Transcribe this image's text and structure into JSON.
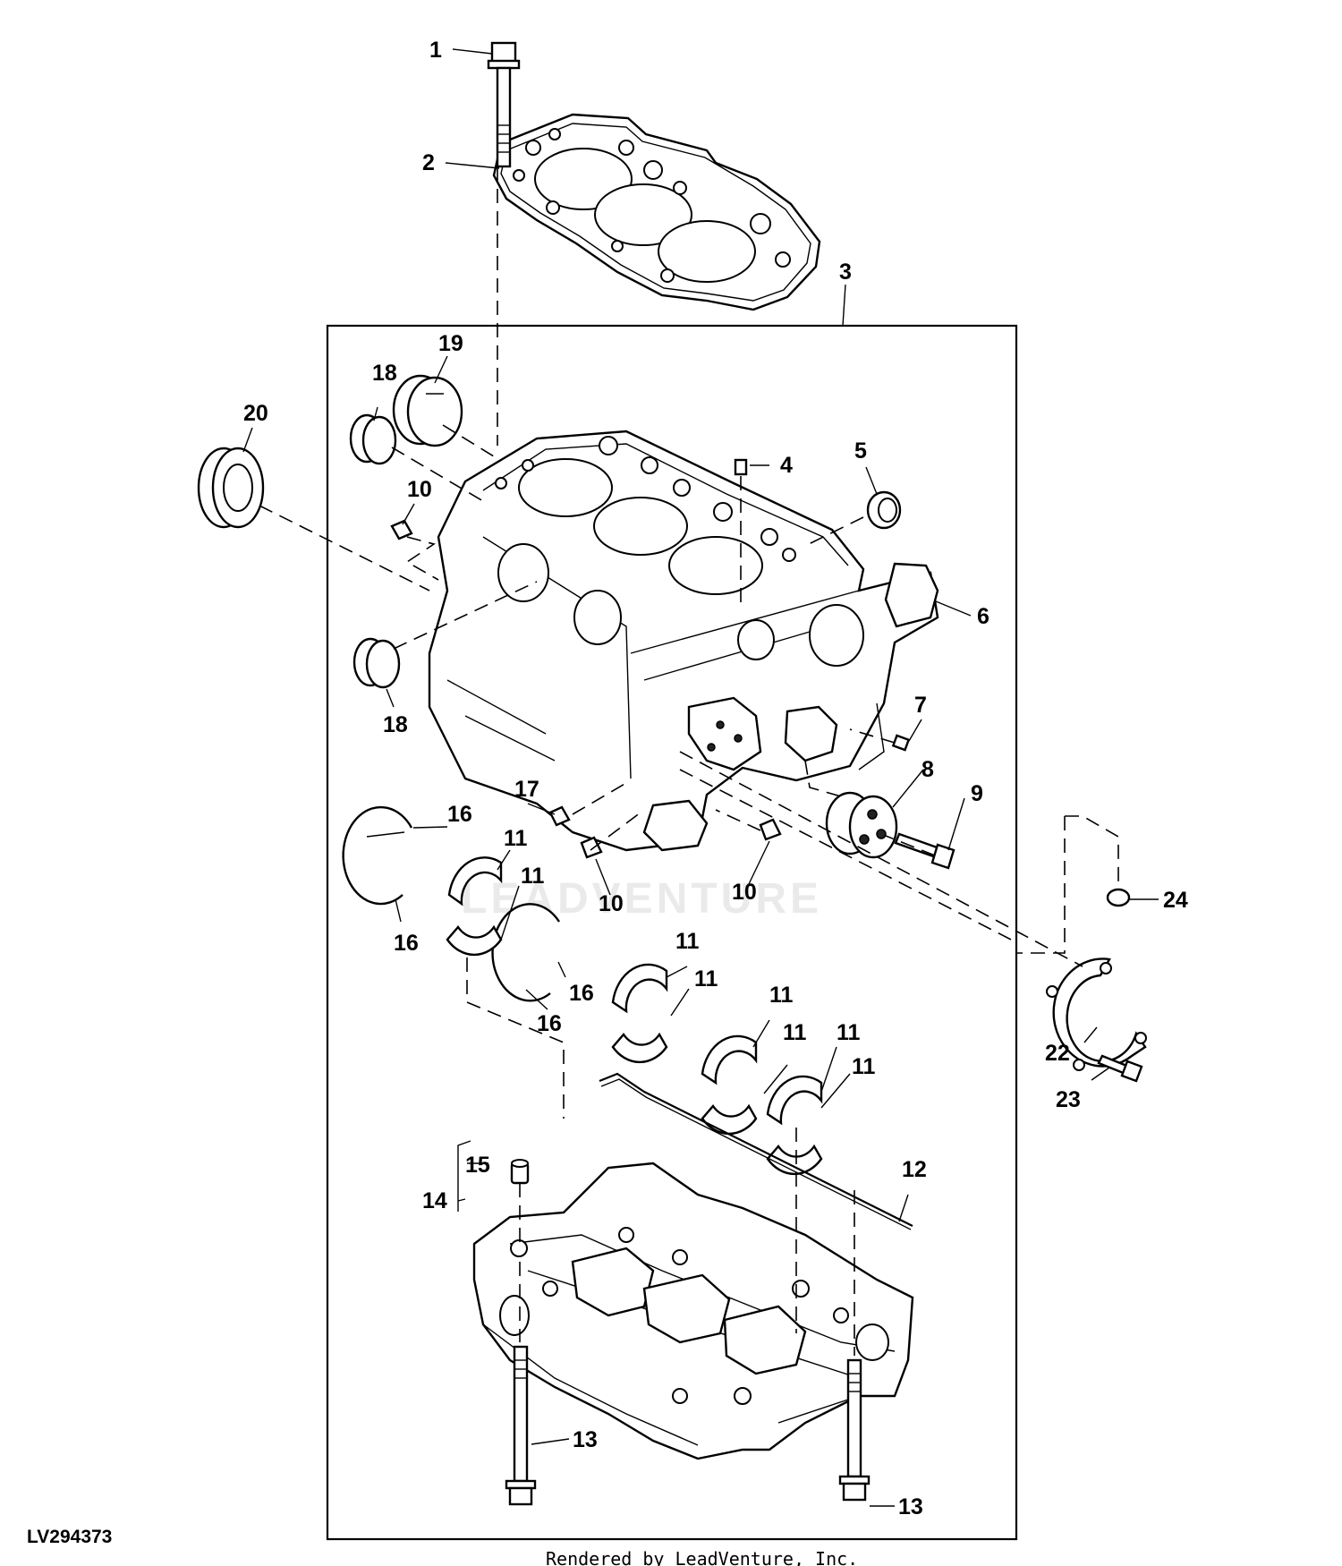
{
  "diagram": {
    "document_id": "LV294373",
    "footer_text": "Rendered by LeadVenture, Inc.",
    "watermark_text": "LEADVENTURE",
    "callouts": [
      {
        "id": "c1",
        "label": "1"
      },
      {
        "id": "c2",
        "label": "2"
      },
      {
        "id": "c3",
        "label": "3"
      },
      {
        "id": "c4",
        "label": "4"
      },
      {
        "id": "c5",
        "label": "5"
      },
      {
        "id": "c6",
        "label": "6"
      },
      {
        "id": "c7",
        "label": "7"
      },
      {
        "id": "c8",
        "label": "8"
      },
      {
        "id": "c9",
        "label": "9"
      },
      {
        "id": "c10a",
        "label": "10"
      },
      {
        "id": "c10b",
        "label": "10"
      },
      {
        "id": "c10c",
        "label": "10"
      },
      {
        "id": "c11a",
        "label": "11"
      },
      {
        "id": "c11b",
        "label": "11"
      },
      {
        "id": "c11c",
        "label": "11"
      },
      {
        "id": "c11d",
        "label": "11"
      },
      {
        "id": "c11e",
        "label": "11"
      },
      {
        "id": "c11f",
        "label": "11"
      },
      {
        "id": "c11g",
        "label": "11"
      },
      {
        "id": "c11h",
        "label": "11"
      },
      {
        "id": "c12",
        "label": "12"
      },
      {
        "id": "c13a",
        "label": "13"
      },
      {
        "id": "c13b",
        "label": "13"
      },
      {
        "id": "c14",
        "label": "14"
      },
      {
        "id": "c15",
        "label": "15"
      },
      {
        "id": "c16a",
        "label": "16"
      },
      {
        "id": "c16b",
        "label": "16"
      },
      {
        "id": "c16c",
        "label": "16"
      },
      {
        "id": "c16d",
        "label": "16"
      },
      {
        "id": "c17",
        "label": "17"
      },
      {
        "id": "c18a",
        "label": "18"
      },
      {
        "id": "c18b",
        "label": "18"
      },
      {
        "id": "c19",
        "label": "19"
      },
      {
        "id": "c20",
        "label": "20"
      },
      {
        "id": "c22",
        "label": "22"
      },
      {
        "id": "c23",
        "label": "23"
      },
      {
        "id": "c24",
        "label": "24"
      }
    ]
  }
}
